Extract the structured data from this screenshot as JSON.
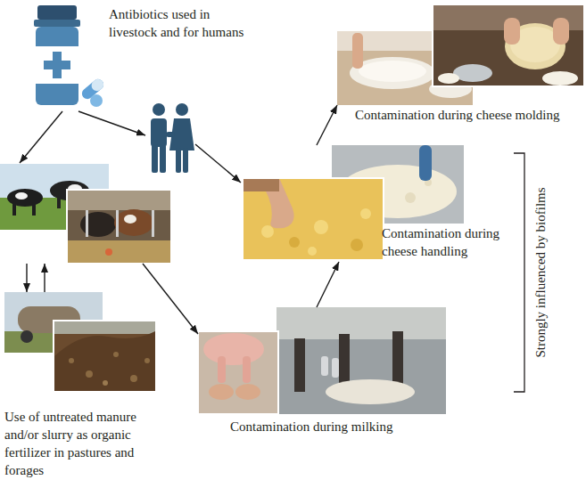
{
  "diagram": {
    "nodes": [
      {
        "text": [
          "Antibiotics used in livestock and for humans"
        ]
      },
      {
        "text": []
      },
      {
        "text": [
          "Contamination during cheese molding"
        ]
      },
      {
        "text": []
      },
      {
        "text": [
          "Contamination during cheese handling"
        ]
      },
      {
        "text": [
          "Use of untreated manure and/or slurry as organic fertilizer in pastures and forages"
        ]
      },
      {
        "text": [
          "Contamination during milking"
        ]
      }
    ],
    "edges": [
      {
        "from": 0,
        "to": 3,
        "arrow": "to"
      },
      {
        "from": 0,
        "to": 1,
        "arrow": "to"
      },
      {
        "from": 1,
        "to": 4,
        "arrow": "to"
      },
      {
        "from": 3,
        "to": 5,
        "arrow": "to"
      },
      {
        "from": 5,
        "to": 3,
        "arrow": "to"
      },
      {
        "from": 3,
        "to": 6,
        "arrow": "to"
      },
      {
        "from": 6,
        "to": 4,
        "arrow": "to"
      },
      {
        "from": 4,
        "to": 2,
        "arrow": "to"
      }
    ],
    "labels": [
      "Strongly influenced by biofilms"
    ]
  }
}
